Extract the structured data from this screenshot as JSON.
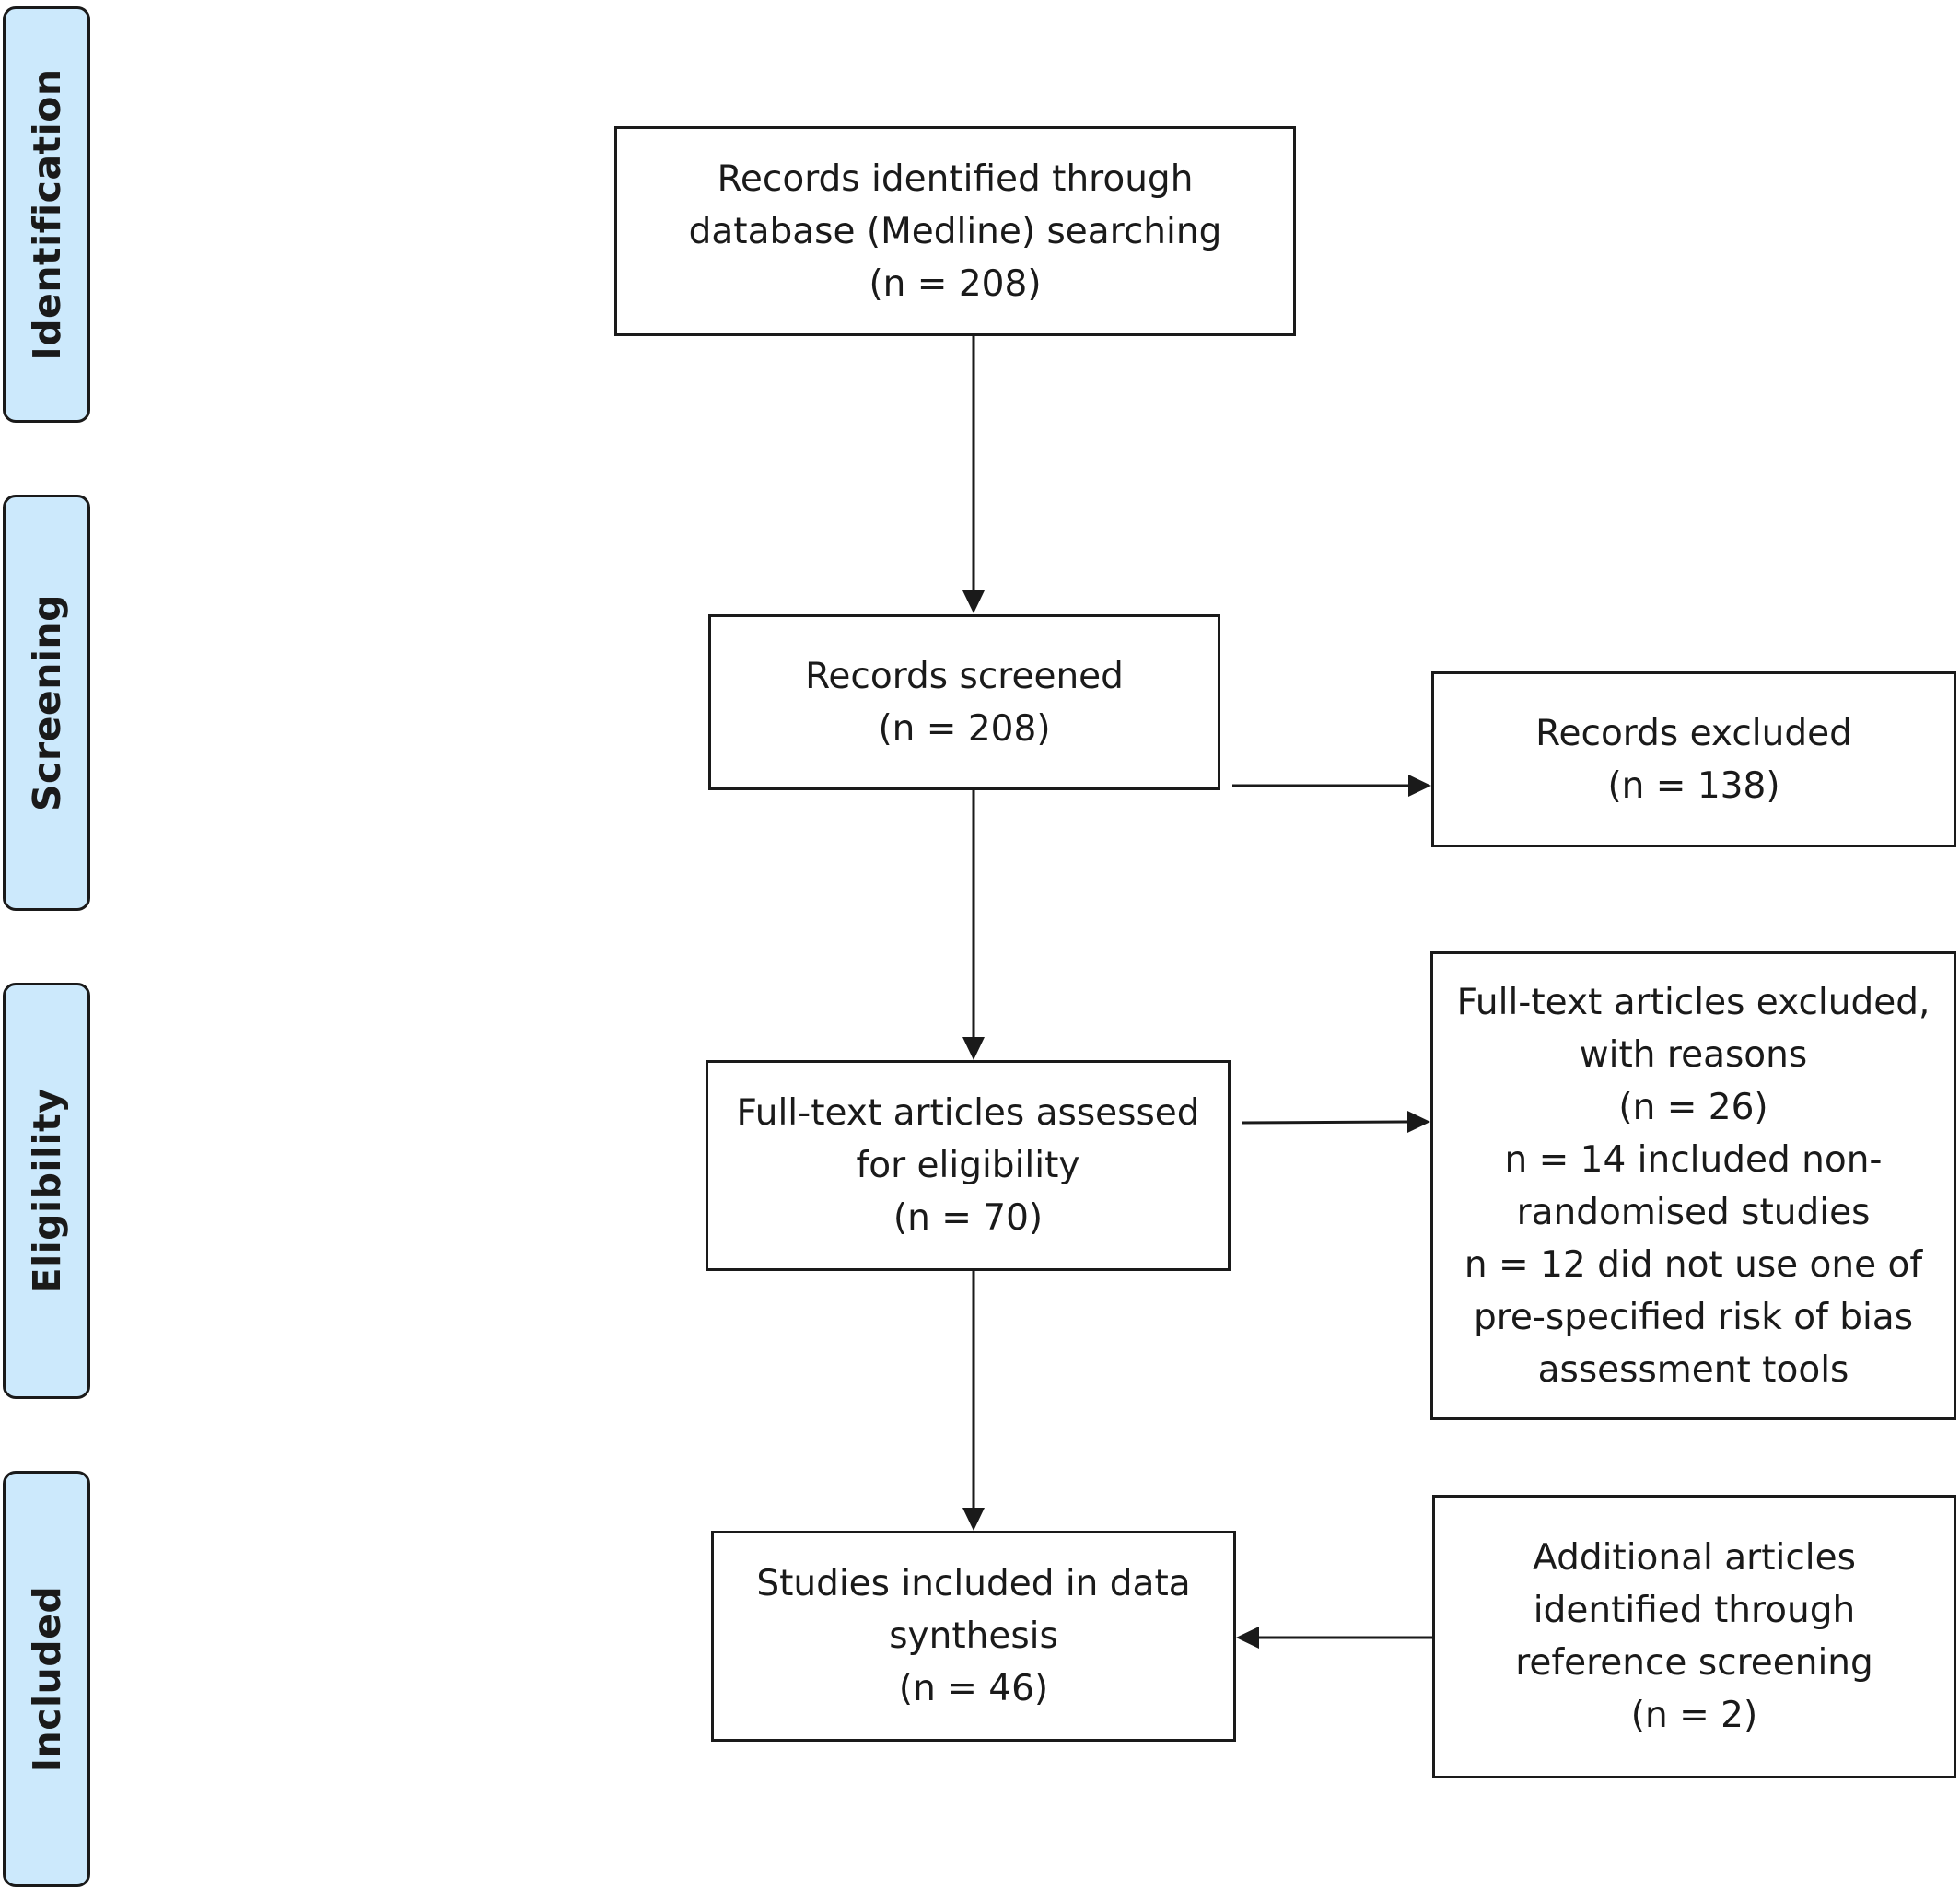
{
  "stages": [
    {
      "id": "identification",
      "label": "Identification"
    },
    {
      "id": "screening",
      "label": "Screening"
    },
    {
      "id": "eligibility",
      "label": "Eligibility"
    },
    {
      "id": "included",
      "label": "Included"
    }
  ],
  "boxes": {
    "records_identified": [
      "Records identified through",
      "database (Medline) searching",
      "(n = 208)"
    ],
    "records_screened": [
      "Records screened",
      "(n = 208)"
    ],
    "records_excluded": [
      "Records excluded",
      "(n = 138)"
    ],
    "fulltext_assessed": [
      "Full-text articles assessed",
      "for eligibility",
      "(n = 70)"
    ],
    "fulltext_excluded": [
      "Full-text articles excluded,",
      "with reasons",
      "(n = 26)",
      "n = 14 included non-",
      "randomised studies",
      "n = 12 did not use one of",
      "pre-specified risk of bias",
      "assessment tools"
    ],
    "studies_included": [
      "Studies included in data",
      "synthesis",
      "(n = 46)"
    ],
    "additional_articles": [
      "Additional articles",
      "identified through",
      "reference screening",
      "(n = 2)"
    ]
  },
  "colors": {
    "stage_fill": "#cce9fc",
    "stroke": "#1a1a1a"
  }
}
